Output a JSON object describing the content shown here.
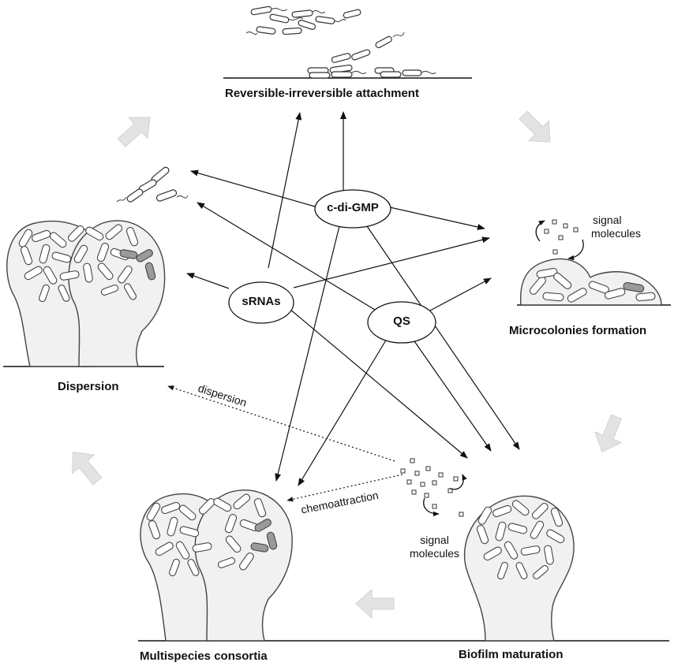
{
  "stages": {
    "attachment": "Reversible-irreversible attachment",
    "microcolonies": "Microcolonies formation",
    "maturation": "Biofilm maturation",
    "consortia": "Multispecies consortia",
    "dispersion": "Dispersion"
  },
  "regulators": {
    "cdigmp": "c-di-GMP",
    "srnas": "sRNAs",
    "qs": "QS"
  },
  "annotations": {
    "signal_top_line1": "signal",
    "signal_top_line2": "molecules",
    "signal_bottom_line1": "signal",
    "signal_bottom_line2": "molecules",
    "chemoattraction": "chemoattraction",
    "dispersion_arrow": "dispersion"
  },
  "colors": {
    "cycle_arrow": "#e3e3e3",
    "cell_fill": "#ffffff",
    "cell_dark": "#9a9a9a",
    "matrix": "#f1f1f1",
    "line": "#111111"
  }
}
